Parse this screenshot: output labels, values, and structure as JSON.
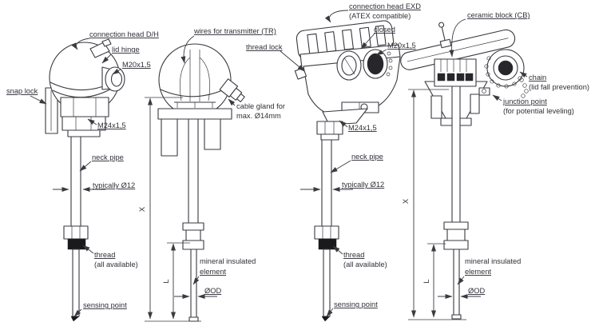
{
  "sensor1": {
    "head": "connection head D/H",
    "lid_hinge": "lid hinge",
    "entry_thread": "M20x1,5",
    "snap_lock": "snap lock",
    "mount_thread": "M24x1,5",
    "neck_pipe": "neck pipe",
    "neck_diameter": "typically Ø12",
    "thread": "thread",
    "thread_note": "(all available)",
    "sensing_point": "sensing point"
  },
  "sensor2": {
    "wires": "wires for transmitter (TR)",
    "cable_gland_line1": "cable gland for",
    "cable_gland_line2": "max. Ø14mm",
    "element_line1": "mineral insulated",
    "element_line2": "element",
    "outer_diameter": "ØOD",
    "dim_total": "X",
    "dim_length": "L"
  },
  "sensor3": {
    "head": "connection head EXD",
    "head_note": "(ATEX compatible)",
    "thread_lock": "thread lock",
    "closed": "closed",
    "entry_thread": "M20x1,5",
    "mount_thread": "M24x1,5",
    "neck_pipe": "neck pipe",
    "neck_diameter": "typically Ø12",
    "thread": "thread",
    "thread_note": "(all available)",
    "sensing_point": "sensing point"
  },
  "sensor4": {
    "ceramic_block": "ceramic block (CB)",
    "chain_line1": "chain",
    "chain_line2": "(lid fall prevention)",
    "junction_line1": "junction point",
    "junction_line2": "(for potential leveling)",
    "element_line1": "mineral insulated",
    "element_line2": "element",
    "outer_diameter": "ØOD",
    "dim_total": "X",
    "dim_length": "L"
  }
}
